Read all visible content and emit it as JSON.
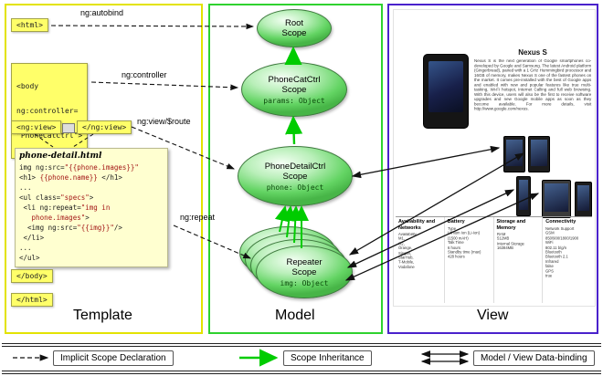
{
  "panels": {
    "template": {
      "label": "Template"
    },
    "model": {
      "label": "Model"
    },
    "view": {
      "label": "View"
    }
  },
  "annotations": {
    "ng_autobind": "ng:autobind",
    "ng_controller": "ng:controller",
    "ng_view_route": "ng:view/$route",
    "ng_repeat": "ng:repeat"
  },
  "template": {
    "html_open": "<html>",
    "body_open": [
      "<body",
      "ng:controller=",
      "\"PhoneCatCtrl\">"
    ],
    "ngview_open": "<ng:view>",
    "ngview_close": "</ng:view>",
    "body_close": "</body>",
    "html_close": "</html>",
    "code": {
      "title": "phone-detail.html",
      "lines": [
        {
          "a": "img ng:src=",
          "b": "\"{{phone.images}}\""
        },
        {
          "a": "<h1> ",
          "b": "{{phone.name}}",
          "c": " </h1>"
        },
        {
          "a": "..."
        },
        {
          "a": "<ul class=",
          "b": "\"specs\"",
          "c": ">"
        },
        {
          "a": " <li ng:repeat=",
          "b": "\"img in"
        },
        {
          "b": "   phone.images\"",
          "c": ">"
        },
        {
          "a": "  <img ng:src=",
          "b": "\"{{img}}\"",
          "c": "/>"
        },
        {
          "a": " </li>"
        },
        {
          "a": "..."
        },
        {
          "a": "</ul>"
        }
      ]
    }
  },
  "model": {
    "root": {
      "name": "Root\nScope"
    },
    "phonecat": {
      "name": "PhoneCatCtrl\nScope",
      "prop": "params: Object"
    },
    "phonedetail": {
      "name": "PhoneDetailCtrl\nScope",
      "prop": "phone: Object"
    },
    "repeater": {
      "name": "Repeater\nScope",
      "prop": "img: Object"
    }
  },
  "view": {
    "title": "Nexus S",
    "description": "Nexus S is the next generation of Google smartphones co-developed by Google and Samsung. The latest Android platform (Gingerbread), paired with a 1 GHz Hummingbird processor and 16GB of memory, makes Nexus S one of the fastest phones on the market. It comes pre-installed with the best of Google apps and enabled with new and popular features like true multi-tasking, Wi-Fi hotspot, Internet Calling and full web browsing. With this device, users will also be the first to receive software upgrades and new Google mobile apps as soon as they become available. For more details, visit http://www.google.com/nexus.",
    "specs": [
      {
        "header": "Availability and Networks",
        "body": "Availability\nM1,\nO2,\nOrange,\nSingtel,\nStarHub,\nT-Mobile,\nVodafone"
      },
      {
        "header": "Battery",
        "body": "Type\nLithium Ion (Li-Ion) (1500 mAH)\nTalk Time\n6 hours\nStandby time (max)\n428 hours"
      },
      {
        "header": "Storage and Memory",
        "body": "RAM\n512MB\nInternal Storage\n16384MB"
      },
      {
        "header": "Connectivity",
        "body": "Network Support\nGSM 850/900/1800/1900\nWiFi\n802.11 b/g/n\nBluetooth\nBluetooth 2.1\nInfrared\nfalse\nGPS\ntrue"
      }
    ]
  },
  "legend": {
    "implicit": "Implicit Scope Declaration",
    "inheritance": "Scope Inheritance",
    "binding": "Model / View Data-binding"
  },
  "colors": {
    "template_border": "#e3e300",
    "model_border": "#2fd22f",
    "view_border": "#4a22cc",
    "scope_fill": "#63d463",
    "inheritance_green": "#00cc00",
    "note_yellow": "#ffff69",
    "code_bg": "#ffffd0",
    "code_string_red": "#a31515"
  }
}
